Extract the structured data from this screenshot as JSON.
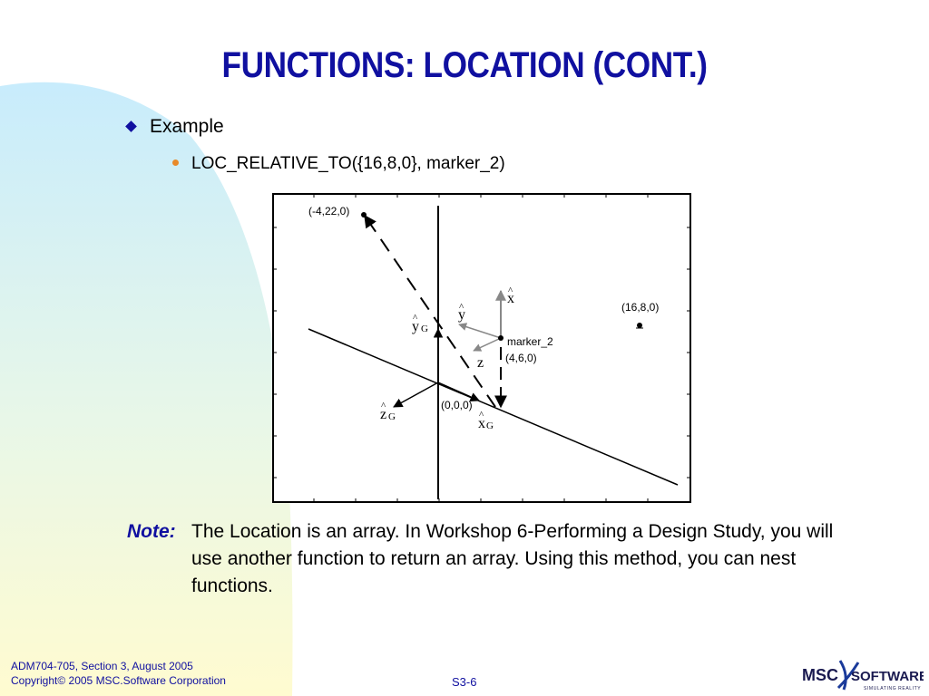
{
  "slide": {
    "title": "FUNCTIONS: LOCATION (CONT.)",
    "bullets": {
      "level1": "Example",
      "level2": "LOC_RELATIVE_TO({16,8,0}, marker_2)"
    },
    "note": {
      "label": "Note:",
      "text": "The Location is an array. In Workshop 6-Performing a Design Study, you will use another function to return an array. Using this method, you can nest functions."
    },
    "footer": {
      "line1": "ADM704-705, Section 3, August 2005",
      "line2": "Copyright© 2005 MSC.Software Corporation",
      "page": "S3-6"
    },
    "logo": {
      "left": "MSC",
      "right": "SOFTWARE",
      "tagline": "SIMULATING REALITY"
    }
  },
  "diagram": {
    "points": {
      "p_neg4_22_0": "(-4,22,0)",
      "p_16_8_0": "(16,8,0)",
      "origin": "(0,0,0)",
      "marker_name": "marker_2",
      "marker_pos": "(4,6,0)"
    },
    "axes": {
      "hat": "^",
      "global_y": "y",
      "global_z": "z",
      "global_x": "x",
      "global_sub": "G",
      "marker_x": "x",
      "marker_y": "y",
      "marker_z": "z"
    }
  },
  "colors": {
    "title": "#1010a0",
    "accent_orange": "#e88a2a",
    "background_left": "#c8ecfc",
    "background_right": "#fffbd0"
  }
}
